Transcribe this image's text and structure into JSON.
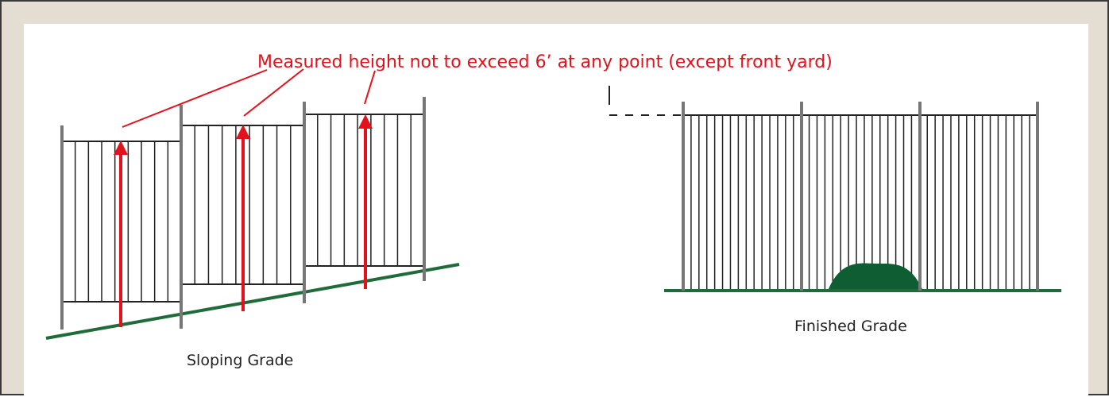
{
  "caption": "Measured height not to exceed 6’ at any point (except front yard)",
  "labels": {
    "sloping": "Sloping Grade",
    "finished": "Finished Grade"
  },
  "colors": {
    "frame": "#e4ddd2",
    "border": "#3a3a3a",
    "annotation": "#e3111b",
    "ground": "#1f6b3a",
    "mound": "#0f5e33",
    "post": "#777777",
    "picket": "#222222"
  }
}
